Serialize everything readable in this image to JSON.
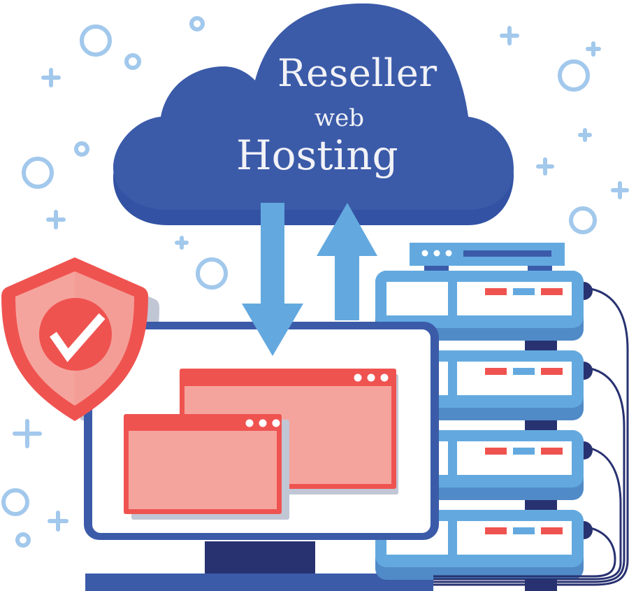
{
  "illustration": {
    "cloud": {
      "line1": "Reseller",
      "line2": "web",
      "line3": "Hosting",
      "fill": "#3b5ba9",
      "shade": "#3352a3"
    },
    "colors": {
      "decoration": "#a2c8ec",
      "arrow": "#63a9df",
      "monitor_frame": "#3b5ba9",
      "monitor_stand": "#283271",
      "window_frame": "#ef5350",
      "window_body": "#f5a49d",
      "shadow": "#c1c6d5",
      "server_body": "#63a9df",
      "server_shade": "#508bc8",
      "server_panel": "#ffffff",
      "cable": "#283271",
      "led_red": "#ef5350",
      "led_blue": "#63a9df",
      "shield_outer": "#ef5350",
      "shield_inner": "#f5a49d",
      "check": "#ffffff"
    },
    "icons": [
      "cloud-icon",
      "download-arrow-icon",
      "upload-arrow-icon",
      "shield-check-icon",
      "monitor-icon",
      "browser-window-icon",
      "server-rack-icon"
    ],
    "server_units": 4
  }
}
